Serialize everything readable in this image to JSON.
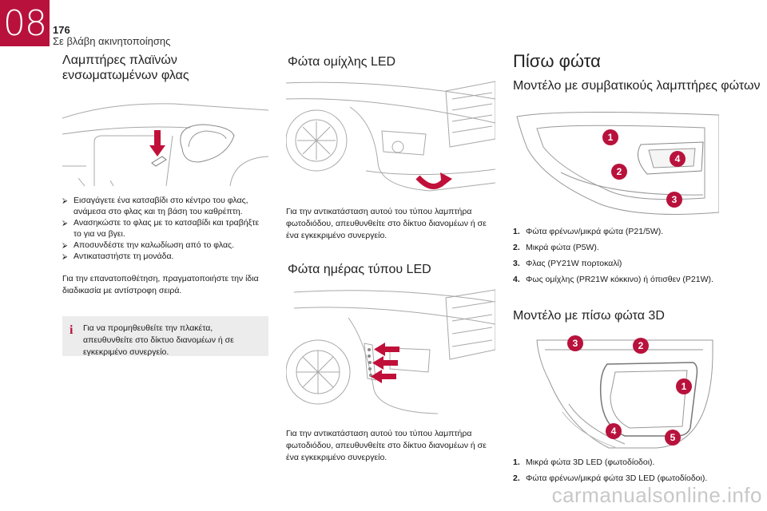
{
  "header": {
    "chapter_number": "08",
    "page_number": "176",
    "chapter_title": "Σε βλάβη ακινητοποίησης"
  },
  "left": {
    "heading": "Λαμπτήρες πλαϊνών ενσωματωμένων φλας",
    "bullets": [
      "Εισαγάγετε ένα κατσαβίδι στο κέντρο του φλας, ανάμεσα στο φλας και τη βάση του καθρέπτη.",
      "Ανασηκώστε το φλας με το κατσαβίδι και τραβήξτε το για να βγει.",
      "Αποσυνδέστε την καλωδίωση από το φλας.",
      "Αντικαταστήστε τη μονάδα."
    ],
    "paragraph": "Για την επανατοποθέτηση, πραγματοποιήστε την ίδια διαδικασία με αντίστροφη σειρά.",
    "note": "Για να προμηθευθείτε την πλακέτα, απευθυνθείτε στο δίκτυο διανομέων ή σε εγκεκριμένο συνεργείο.",
    "bullet_mark": "⮚"
  },
  "middle": {
    "heading1": "Φώτα ομίχλης LED",
    "text1": "Για την αντικατάσταση αυτού του τύπου λαμπτήρα φωτοδιόδου, απευθυνθείτε στο δίκτυο διανομέων ή σε ένα εγκεκριμένο συνεργείο.",
    "heading2": "Φώτα ημέρας τύπου LED",
    "text2": "Για την αντικατάσταση αυτού του τύπου λαμπτήρα φωτοδιόδου, απευθυνθείτε στο δίκτυο διανομέων ή σε ένα εγκεκριμένο συνεργείο."
  },
  "right": {
    "title": "Πίσω φώτα",
    "heading1": "Μοντέλο με συμβατικούς λαμπτήρες φώτων",
    "list1": [
      {
        "n": "1.",
        "text": "Φώτα φρένων/μικρά φώτα (P21/5W)."
      },
      {
        "n": "2.",
        "text": "Μικρά φώτα (P5W)."
      },
      {
        "n": "3.",
        "text": "Φλας (PY21W πορτοκαλί)"
      },
      {
        "n": "4.",
        "text": "Φως ομίχλης (PR21W κόκκινο) ή όπισθεν (P21W)."
      }
    ],
    "heading2": "Μοντέλο με πίσω φώτα 3D",
    "list2": [
      {
        "n": "1.",
        "text": "Μικρά φώτα 3D LED (φωτοδίοδοι)."
      },
      {
        "n": "2.",
        "text": "Φώτα φρένων/μικρά φώτα 3D LED (φωτοδίοδοι)."
      }
    ],
    "callouts_img1": [
      "1",
      "2",
      "3",
      "4"
    ],
    "callouts_img2": [
      "3",
      "2",
      "1",
      "4",
      "5"
    ]
  },
  "watermark": "carmanualsonline.info",
  "colors": {
    "brand": "#b8123c",
    "arrow": "#c0103a",
    "note_bg": "#ececec"
  }
}
